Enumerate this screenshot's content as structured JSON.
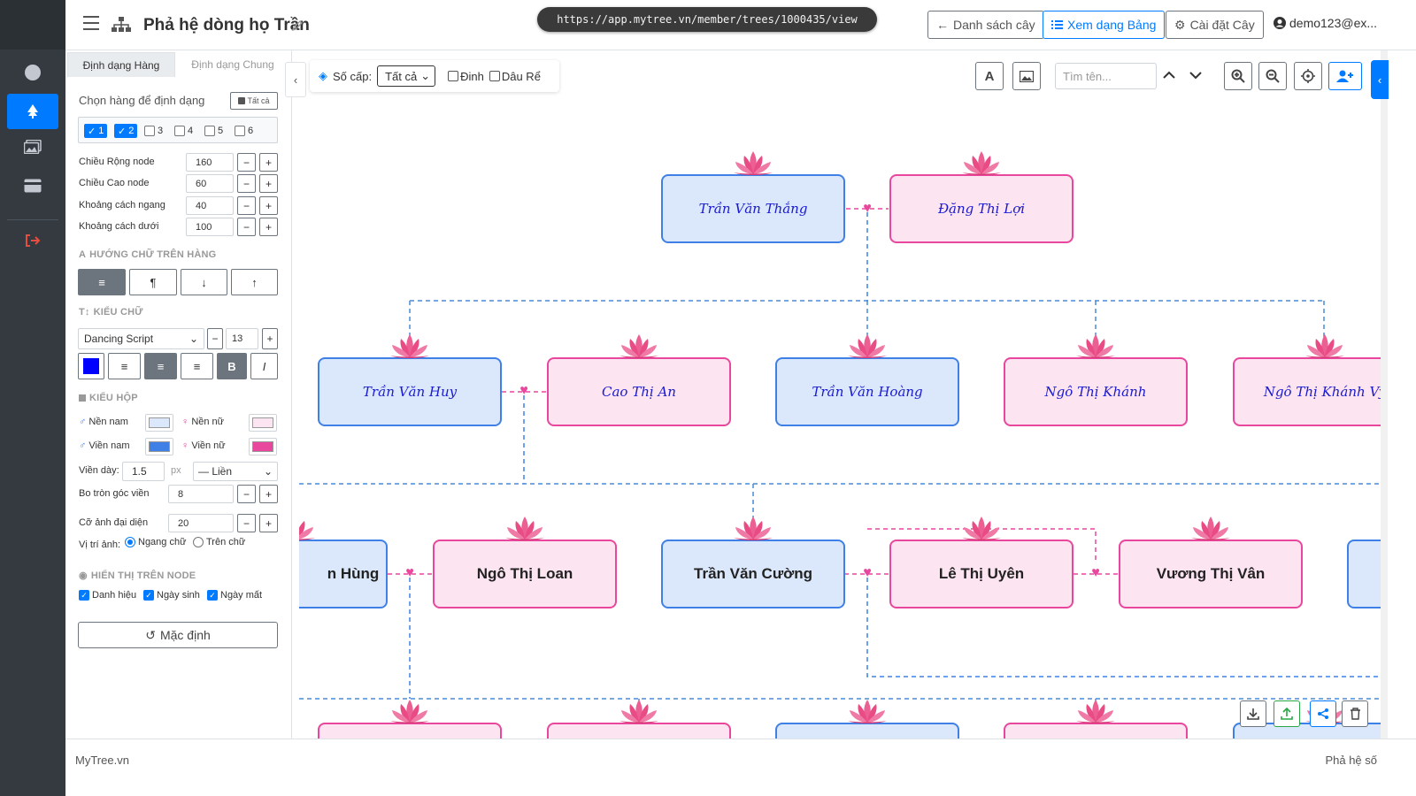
{
  "app": {
    "title": "Phả hệ dòng họ Trần",
    "url": "https://app.mytree.vn/member/trees/1000435/view",
    "buttons": {
      "tree_list": "Danh sách cây",
      "table_view": "Xem dạng Bảng",
      "tree_settings": "Cài đặt Cây"
    },
    "user": "demo123@ex..."
  },
  "rail": {
    "items": [
      {
        "icon": "circle-icon"
      },
      {
        "icon": "tree-icon",
        "active": true
      },
      {
        "icon": "images-icon"
      },
      {
        "icon": "card-icon"
      },
      {
        "icon": "logout-icon"
      }
    ]
  },
  "panel": {
    "tabs": [
      "Định dạng Hàng",
      "Định dạng Chung"
    ],
    "rows_label": "Chọn hàng để định dạng",
    "select_all": "Tất cả",
    "rows": [
      "1",
      "2",
      "3",
      "4",
      "5",
      "6"
    ],
    "dimensions": [
      {
        "label": "Chiều Rộng node",
        "value": "160"
      },
      {
        "label": "Chiều Cao node",
        "value": "60"
      },
      {
        "label": "Khoảng cách ngang",
        "value": "40"
      },
      {
        "label": "Khoảng cách dưới",
        "value": "100"
      }
    ],
    "text_direction_title": "HƯỚNG CHỮ TRÊN HÀNG",
    "font_title": "KIỂU CHỮ",
    "font_family": "Dancing Script",
    "font_size": "13",
    "font_color": "#0000ff",
    "box_title": "KIỂU HỘP",
    "bg_male_label": "Nền nam",
    "bg_female_label": "Nền nữ",
    "border_male_label": "Viền nam",
    "border_female_label": "Viền nữ",
    "bg_male_color": "#dbe8fb",
    "bg_female_color": "#fce4f0",
    "border_male_color": "#3f80e6",
    "border_female_color": "#e8479d",
    "border_width_label": "Viền dày:",
    "border_width": "1.5",
    "border_unit": "px",
    "border_style": "— Liền",
    "radius_label": "Bo tròn góc viền",
    "radius_value": "8",
    "avatar_label": "Cỡ ảnh đại diện",
    "avatar_value": "20",
    "image_position_label": "Vị trí ảnh:",
    "image_position_options": [
      "Ngang chữ",
      "Trên chữ"
    ],
    "display_title": "HIỂN THỊ TRÊN NODE",
    "display_options": [
      "Danh hiệu",
      "Ngày sinh",
      "Ngày mất"
    ],
    "reset_label": "Mặc định"
  },
  "canvas": {
    "level_label": "Số cấp:",
    "level_value": "Tất cả",
    "pin_label": "Đinh",
    "in_law_label": "Dâu Rể",
    "search_placeholder": "Tìm tên...",
    "gen1": [
      {
        "name": "Trần Văn Thắng",
        "gender": "male"
      },
      {
        "name": "Đặng Thị Lợi",
        "gender": "female"
      }
    ],
    "gen2": [
      {
        "name": "Trần Văn Huy",
        "gender": "male"
      },
      {
        "name": "Cao Thị An",
        "gender": "female"
      },
      {
        "name": "Trần Văn Hoàng",
        "gender": "male"
      },
      {
        "name": "Ngô Thị Khánh",
        "gender": "female"
      },
      {
        "name": "Ngô Thị Khánh Vy",
        "gender": "female"
      }
    ],
    "gen3": [
      {
        "name": "n Hùng",
        "gender": "male"
      },
      {
        "name": "Ngô Thị Loan",
        "gender": "female"
      },
      {
        "name": "Trần Văn Cường",
        "gender": "male"
      },
      {
        "name": "Lê Thị Uyên",
        "gender": "female"
      },
      {
        "name": "Vương Thị Vân",
        "gender": "female"
      }
    ]
  },
  "footer": {
    "left": "MyTree.vn",
    "right": "Phả hệ số"
  }
}
